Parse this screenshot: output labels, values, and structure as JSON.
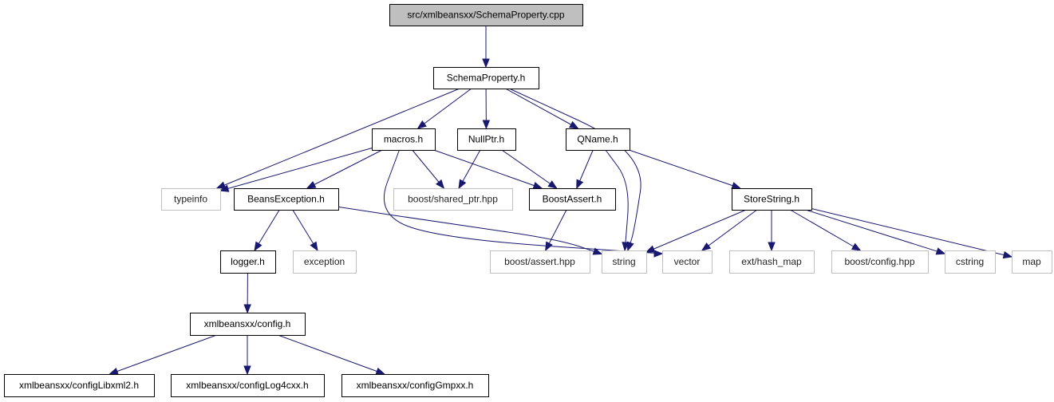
{
  "diagram": {
    "root": "src/xmlbeansxx/SchemaProperty.cpp",
    "nodes": [
      {
        "id": "root",
        "label": "src/xmlbeansxx/SchemaProperty.cpp",
        "kind": "root"
      },
      {
        "id": "schemaproperty_h",
        "label": "SchemaProperty.h",
        "kind": "documented"
      },
      {
        "id": "macros_h",
        "label": "macros.h",
        "kind": "documented"
      },
      {
        "id": "nullptr_h",
        "label": "NullPtr.h",
        "kind": "documented"
      },
      {
        "id": "qname_h",
        "label": "QName.h",
        "kind": "documented"
      },
      {
        "id": "typeinfo",
        "label": "typeinfo",
        "kind": "external"
      },
      {
        "id": "beansexception_h",
        "label": "BeansException.h",
        "kind": "documented"
      },
      {
        "id": "shared_ptr",
        "label": "boost/shared_ptr.hpp",
        "kind": "external"
      },
      {
        "id": "boostassert_h",
        "label": "BoostAssert.h",
        "kind": "documented"
      },
      {
        "id": "storestring_h",
        "label": "StoreString.h",
        "kind": "documented"
      },
      {
        "id": "logger_h",
        "label": "logger.h",
        "kind": "documented"
      },
      {
        "id": "exception",
        "label": "exception",
        "kind": "external"
      },
      {
        "id": "boost_assert",
        "label": "boost/assert.hpp",
        "kind": "external"
      },
      {
        "id": "string",
        "label": "string",
        "kind": "external"
      },
      {
        "id": "vector",
        "label": "vector",
        "kind": "external"
      },
      {
        "id": "hash_map",
        "label": "ext/hash_map",
        "kind": "external"
      },
      {
        "id": "boost_config",
        "label": "boost/config.hpp",
        "kind": "external"
      },
      {
        "id": "cstring",
        "label": "cstring",
        "kind": "external"
      },
      {
        "id": "map",
        "label": "map",
        "kind": "external"
      },
      {
        "id": "config_h",
        "label": "xmlbeansxx/config.h",
        "kind": "documented"
      },
      {
        "id": "config_libxml2",
        "label": "xmlbeansxx/configLibxml2.h",
        "kind": "documented"
      },
      {
        "id": "config_log4cxx",
        "label": "xmlbeansxx/configLog4cxx.h",
        "kind": "documented"
      },
      {
        "id": "config_gmpxx",
        "label": "xmlbeansxx/configGmpxx.h",
        "kind": "documented"
      }
    ],
    "edges": [
      {
        "from": "root",
        "to": "schemaproperty_h"
      },
      {
        "from": "schemaproperty_h",
        "to": "typeinfo"
      },
      {
        "from": "schemaproperty_h",
        "to": "macros_h"
      },
      {
        "from": "schemaproperty_h",
        "to": "nullptr_h"
      },
      {
        "from": "schemaproperty_h",
        "to": "qname_h"
      },
      {
        "from": "schemaproperty_h",
        "to": "string"
      },
      {
        "from": "macros_h",
        "to": "typeinfo"
      },
      {
        "from": "macros_h",
        "to": "beansexception_h"
      },
      {
        "from": "macros_h",
        "to": "shared_ptr"
      },
      {
        "from": "macros_h",
        "to": "boostassert_h"
      },
      {
        "from": "macros_h",
        "to": "vector"
      },
      {
        "from": "nullptr_h",
        "to": "shared_ptr"
      },
      {
        "from": "nullptr_h",
        "to": "boostassert_h"
      },
      {
        "from": "qname_h",
        "to": "boostassert_h"
      },
      {
        "from": "qname_h",
        "to": "string"
      },
      {
        "from": "qname_h",
        "to": "storestring_h"
      },
      {
        "from": "beansexception_h",
        "to": "logger_h"
      },
      {
        "from": "beansexception_h",
        "to": "exception"
      },
      {
        "from": "beansexception_h",
        "to": "string"
      },
      {
        "from": "boostassert_h",
        "to": "boost_assert"
      },
      {
        "from": "storestring_h",
        "to": "string"
      },
      {
        "from": "storestring_h",
        "to": "vector"
      },
      {
        "from": "storestring_h",
        "to": "hash_map"
      },
      {
        "from": "storestring_h",
        "to": "boost_config"
      },
      {
        "from": "storestring_h",
        "to": "cstring"
      },
      {
        "from": "storestring_h",
        "to": "map"
      },
      {
        "from": "logger_h",
        "to": "config_h"
      },
      {
        "from": "config_h",
        "to": "config_libxml2"
      },
      {
        "from": "config_h",
        "to": "config_log4cxx"
      },
      {
        "from": "config_h",
        "to": "config_gmpxx"
      }
    ]
  },
  "colors": {
    "edge": "#191970",
    "documented_border": "#000000",
    "external_border": "#bfbfbf",
    "root_fill": "#bfbfbf"
  }
}
